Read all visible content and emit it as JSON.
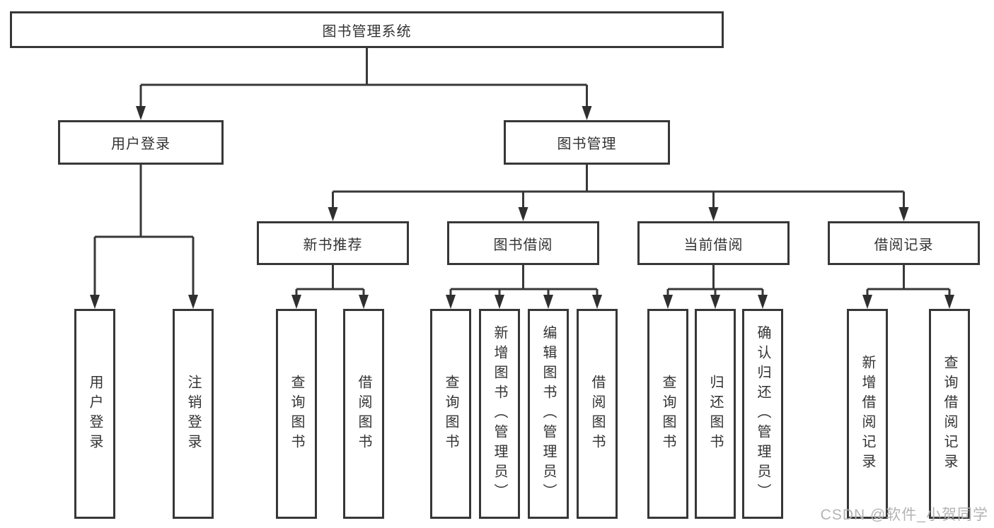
{
  "tree": {
    "root": {
      "label": "图书管理系统",
      "children": [
        {
          "label": "用户登录",
          "children": [
            {
              "label": "用户登录"
            },
            {
              "label": "注销登录"
            }
          ]
        },
        {
          "label": "图书管理",
          "children": [
            {
              "label": "新书推荐",
              "children": [
                {
                  "label": "查询图书"
                },
                {
                  "label": "借阅图书"
                }
              ]
            },
            {
              "label": "图书借阅",
              "children": [
                {
                  "label": "查询图书"
                },
                {
                  "label": "新增图书（管理员）"
                },
                {
                  "label": "编辑图书（管理员）"
                },
                {
                  "label": "借阅图书"
                }
              ]
            },
            {
              "label": "当前借阅",
              "children": [
                {
                  "label": "查询图书"
                },
                {
                  "label": "归还图书"
                },
                {
                  "label": "确认归还（管理员）"
                }
              ]
            },
            {
              "label": "借阅记录",
              "children": [
                {
                  "label": "新增借阅记录"
                },
                {
                  "label": "查询借阅记录"
                }
              ]
            }
          ]
        }
      ]
    }
  },
  "watermark": {
    "text": "CSDN @软件_小贺同学"
  },
  "colors": {
    "line": "#383838",
    "border": "#373737",
    "text": "#333333",
    "watermark": "#b4b4b4",
    "background": "#ffffff"
  }
}
